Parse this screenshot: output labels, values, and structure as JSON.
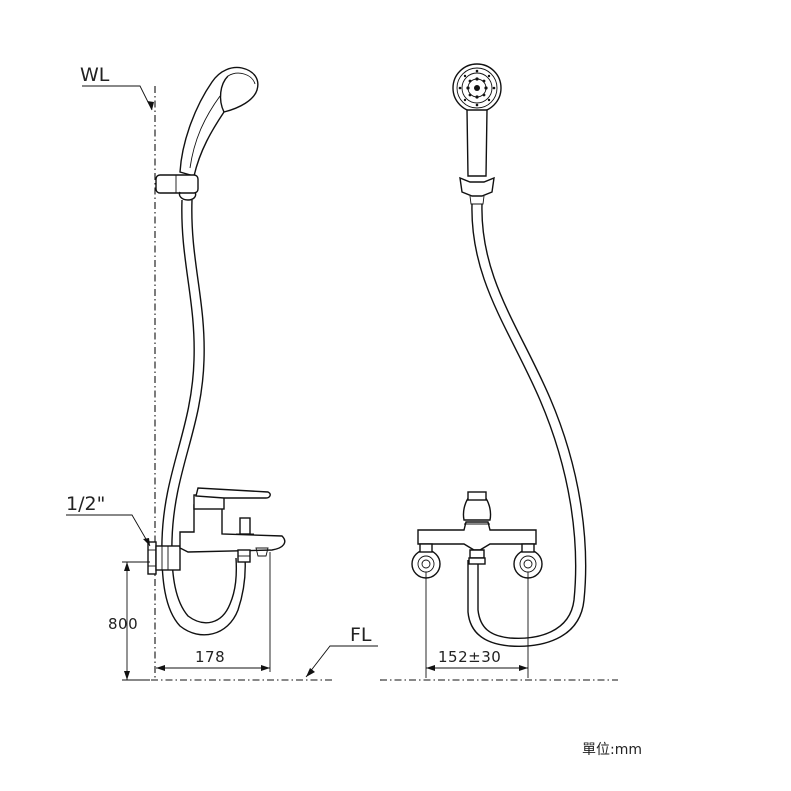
{
  "labels": {
    "wall_line": "WL",
    "pipe_size": "1/2\"",
    "floor_line": "FL",
    "height": "800",
    "projection": "178",
    "center_distance": "152±30",
    "unit": "單位:mm"
  }
}
